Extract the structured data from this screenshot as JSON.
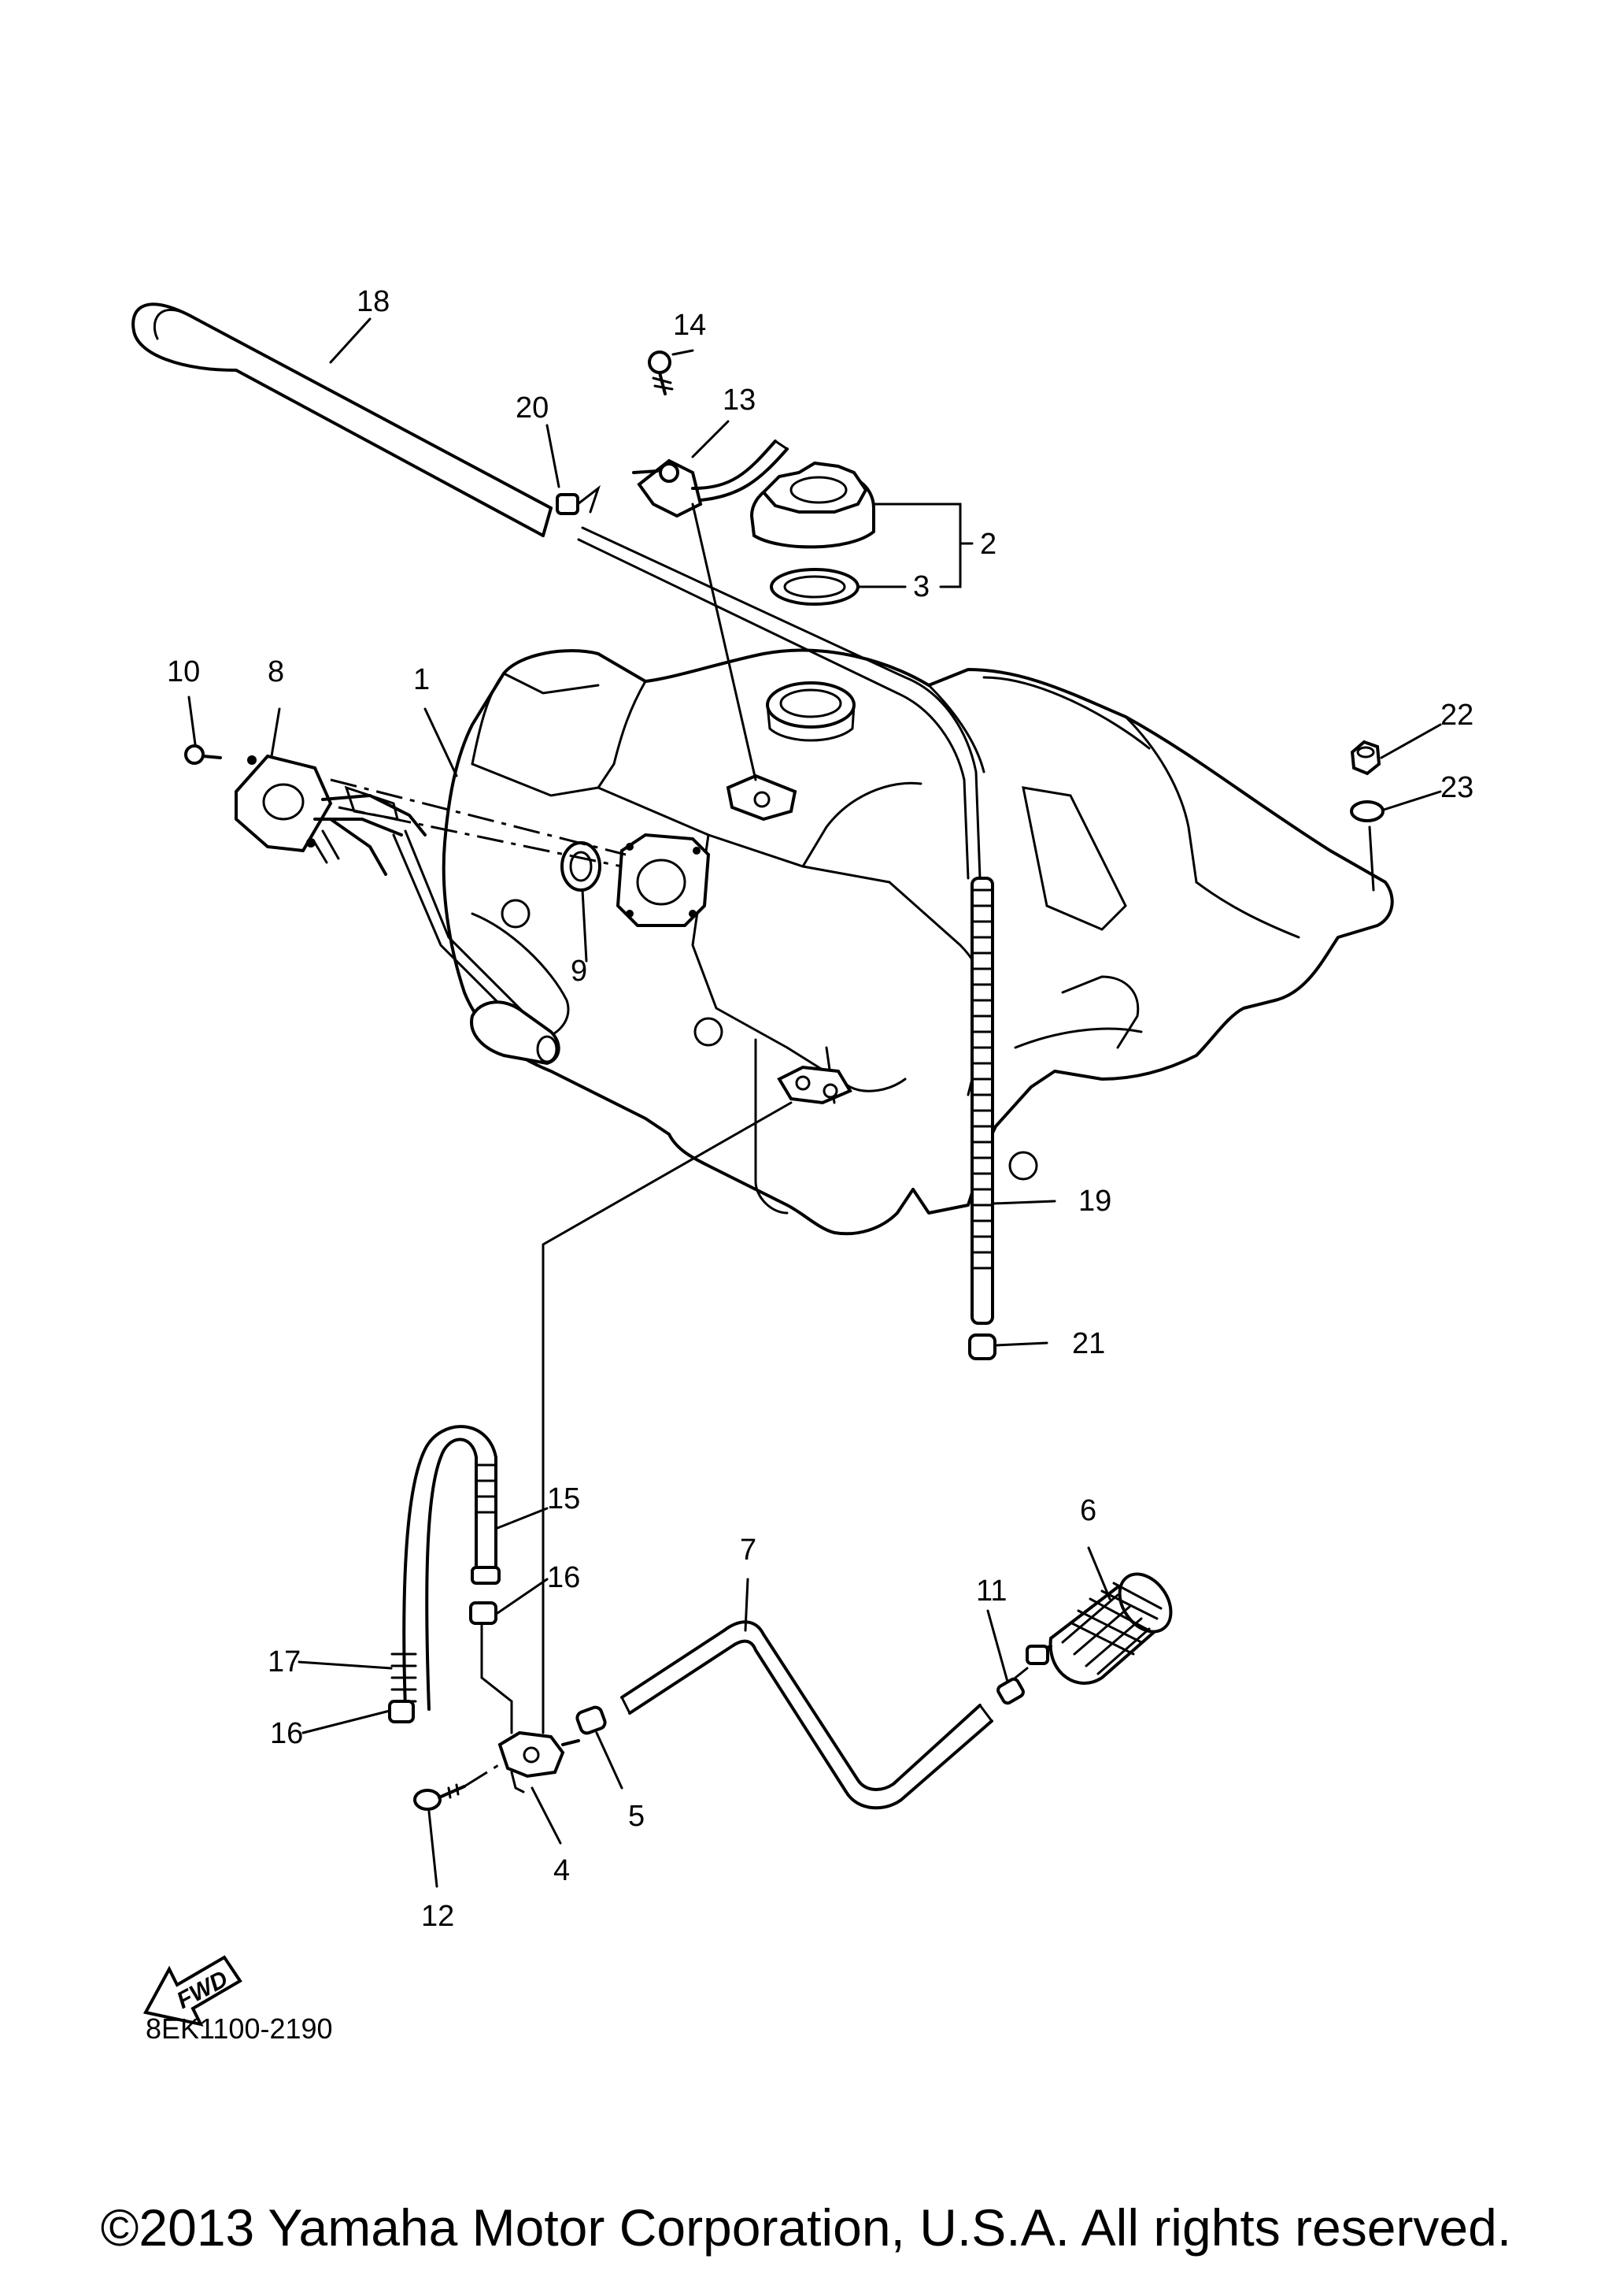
{
  "callouts": {
    "c1": "1",
    "c2": "2",
    "c3": "3",
    "c4": "4",
    "c5": "5",
    "c6": "6",
    "c7": "7",
    "c8": "8",
    "c9": "9",
    "c10": "10",
    "c11": "11",
    "c12": "12",
    "c13": "13",
    "c14": "14",
    "c15": "15",
    "c16a": "16",
    "c16b": "16",
    "c17": "17",
    "c18": "18",
    "c19": "19",
    "c20": "20",
    "c21": "21",
    "c22": "22",
    "c23": "23"
  },
  "fwd_label": "FWD",
  "reference_code": "8EK1100-2190",
  "copyright": "©2013 Yamaha Motor Corporation, U.S.A. All rights reserved."
}
